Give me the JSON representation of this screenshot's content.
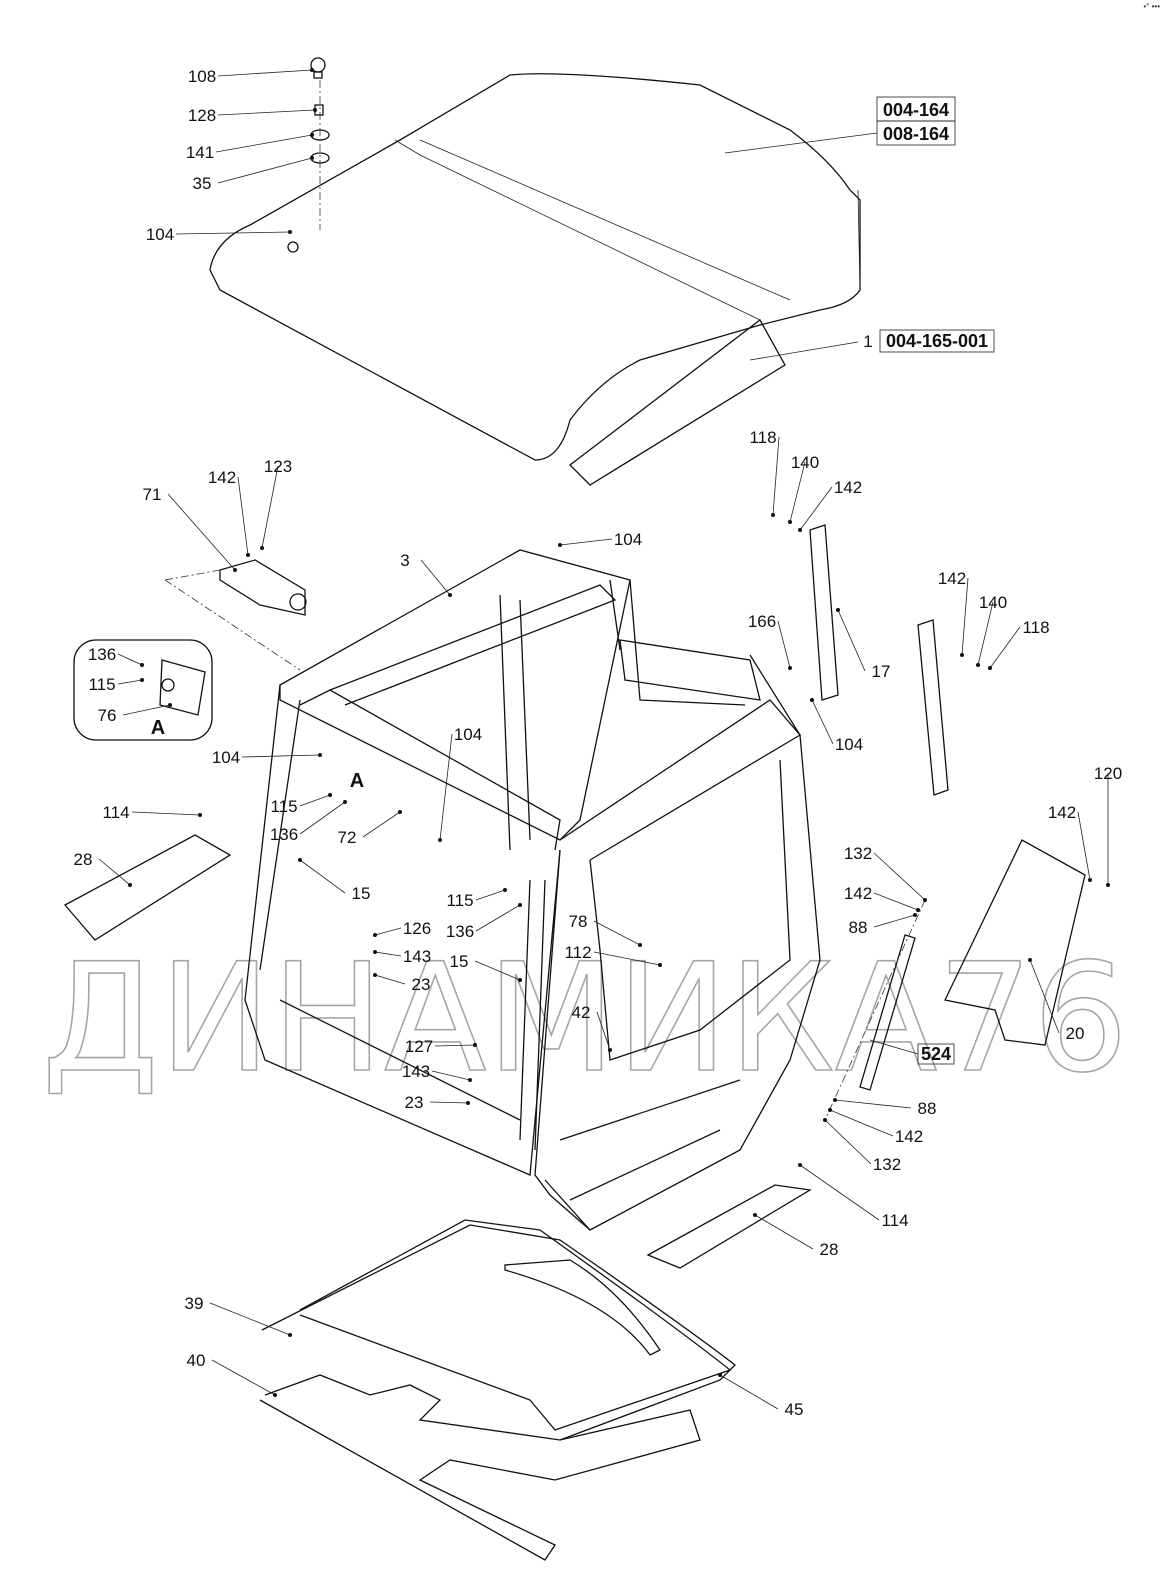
{
  "corner_mark": "•° •••",
  "watermark": "ДИНАМИКА76",
  "boxed_refs": [
    "004-164",
    "008-164",
    "004-165-001",
    "524"
  ],
  "item_1_label": "1",
  "callouts": [
    "108",
    "128",
    "141",
    "35",
    "104",
    "118",
    "140",
    "142",
    "123",
    "142",
    "71",
    "3",
    "104",
    "166",
    "142",
    "140",
    "118",
    "17",
    "104",
    "136",
    "115",
    "76",
    "A",
    "104",
    "104",
    "A",
    "115",
    "136",
    "72",
    "114",
    "28",
    "15",
    "115",
    "136",
    "126",
    "143",
    "15",
    "23",
    "78",
    "112",
    "42",
    "127",
    "143",
    "23",
    "132",
    "142",
    "88",
    "120",
    "142",
    "20",
    "88",
    "142",
    "132",
    "114",
    "28",
    "39",
    "40",
    "45"
  ]
}
